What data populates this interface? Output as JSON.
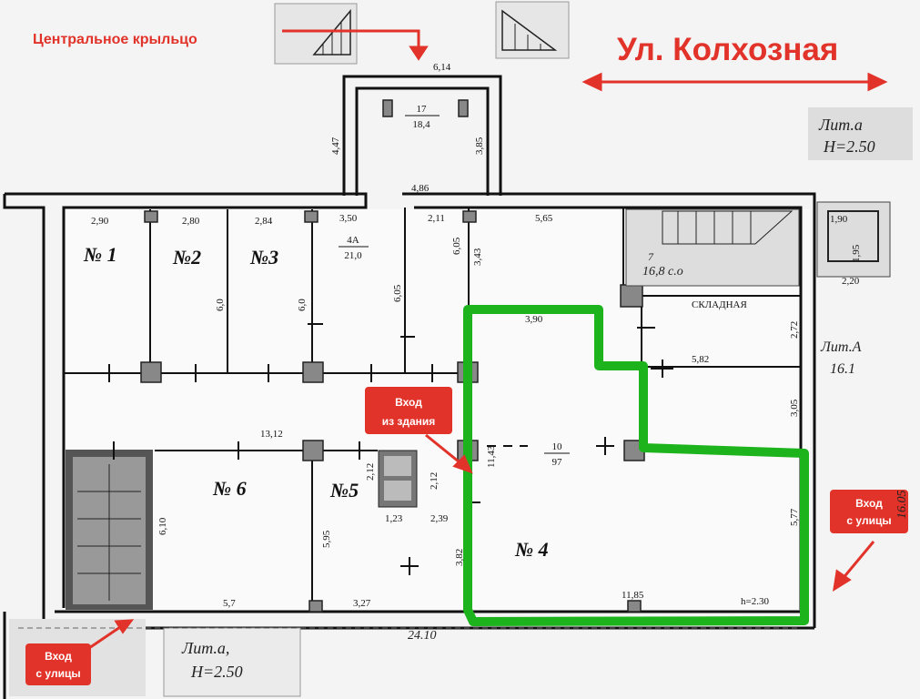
{
  "annotations": {
    "central_porch": "Центральное крыльцо",
    "street": "Ул. Колхозная",
    "entry_from_building": [
      "Вход",
      "из здания"
    ],
    "entry_from_street_right": [
      "Вход",
      "с улицы"
    ],
    "entry_from_street_left": [
      "Вход",
      "с улицы"
    ]
  },
  "stamps": {
    "lit_a_top": [
      "Лит.а",
      "Н=2.50"
    ],
    "lit_a_right": [
      "Лит.А",
      "16.1"
    ],
    "lit_a_bottom": [
      "Лит.а,",
      "Н=2.50"
    ],
    "right_edge_number": "16.05",
    "stair_room_note": "7",
    "stair_room_area": "16,8 с.о",
    "storage_label": "СКЛАДНАЯ",
    "small_right_dims": [
      "1,90",
      "1,95",
      "2,20"
    ]
  },
  "rooms": {
    "r1": "№ 1",
    "r2": "№2",
    "r3": "№3",
    "r4": "№ 4",
    "r5": "№5",
    "r6": "№ 6",
    "r17_num": "17",
    "r17_area": "18,4",
    "r4a_num": "4А",
    "r4a_area": "21,0",
    "r10_num": "10",
    "r10_area": "97"
  },
  "dimensions": {
    "d614": "6,14",
    "d447": "4,47",
    "d385": "3,85",
    "d486": "4,86",
    "d290": "2,90",
    "d280": "2,80",
    "d284": "2,84",
    "d350": "3,50",
    "d211": "2,11",
    "d565": "5,65",
    "d605a": "6,05",
    "d605b": "6,05",
    "d343": "3,43",
    "d60a": "6,0",
    "d60b": "6,0",
    "d390": "3,90",
    "d272": "2,72",
    "d582": "5,82",
    "d305": "3,05",
    "d1312": "13,12",
    "d1143": "11,43",
    "d212a": "2,12",
    "d212b": "2,12",
    "d610": "6,10",
    "d595": "5,95",
    "d123": "1,23",
    "d239": "2,39",
    "d382": "3,82",
    "d577": "5,77",
    "d57": "5,7",
    "d327": "3,27",
    "d1185": "11,85",
    "height_note": "h=2.30",
    "d2410": "24.10"
  },
  "colors": {
    "red": "#e2332a",
    "green": "#1db31d",
    "wall": "#111111",
    "paper": "#f4f4f4"
  }
}
